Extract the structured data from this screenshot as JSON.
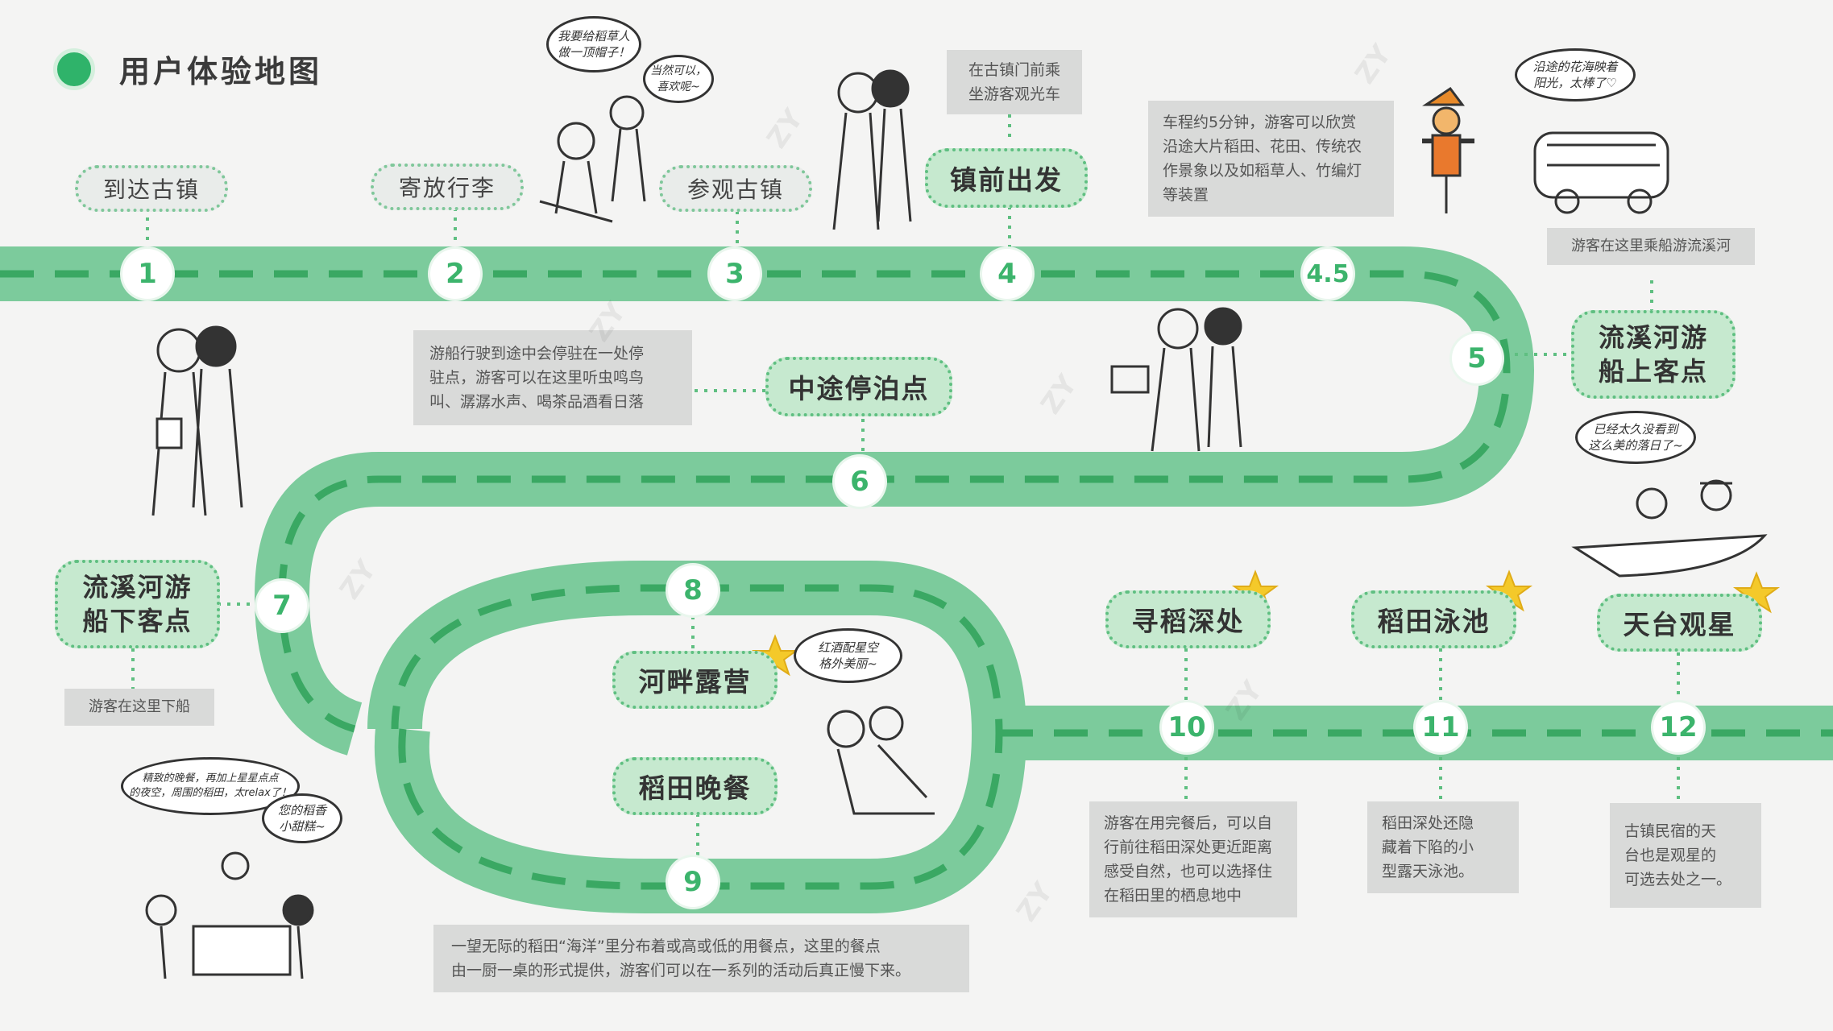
{
  "title": "用户体验地图",
  "colors": {
    "road": "#7ccb9c",
    "dash": "#3aa863",
    "node_text": "#3cb46c",
    "pill": "#c6e9cf",
    "note": "#d9dad9",
    "star": "#f4c92a"
  },
  "nodes": [
    "1",
    "2",
    "3",
    "4",
    "4.5",
    "5",
    "6",
    "7",
    "8",
    "9",
    "10",
    "11",
    "12"
  ],
  "stops": {
    "s1": "到达古镇",
    "s2": "寄放行李",
    "s3": "参观古镇",
    "s4": "镇前出发",
    "s5": [
      "流溪河游",
      "船上客点"
    ],
    "s6": "中途停泊点",
    "s7": [
      "流溪河游",
      "船下客点"
    ],
    "s8": "河畔露营",
    "s9": "稻田晚餐",
    "s10": "寻稻深处",
    "s11": "稻田泳池",
    "s12": "天台观星"
  },
  "notes": {
    "n4": [
      "在古镇门前乘",
      "坐游客观光车"
    ],
    "n45": [
      "车程约5分钟，游客可以欣赏",
      "沿途大片稻田、花田、传统农",
      "作景象以及如稻草人、竹编灯",
      "等装置"
    ],
    "n5": "游客在这里乘船游流溪河",
    "n6": [
      "游船行驶到途中会停驻在一处停",
      "驻点，游客可以在这里听虫鸣鸟",
      "叫、潺潺水声、喝茶品酒看日落"
    ],
    "n7": "游客在这里下船",
    "n9": [
      "一望无际的稻田“海洋”里分布着或高或低的用餐点，这里的餐点",
      "由一厨一桌的形式提供，游客们可以在一系列的活动后真正慢下来。"
    ],
    "n10": [
      "游客在用完餐后，可以自",
      "行前往稻田深处更近距离",
      "感受自然，也可以选择住",
      "在稻田里的栖息地中"
    ],
    "n11": [
      "稻田深处还隐",
      "藏着下陷的小",
      "型露天泳池。"
    ],
    "n12": [
      "古镇民宿的天",
      "台也是观星的",
      "可选去处之一。"
    ]
  },
  "bubbles": {
    "b1": [
      "我要给稻草人",
      "做一顶帽子！"
    ],
    "b2": [
      "当然可以，",
      "喜欢呢~"
    ],
    "b3": [
      "沿途的花海映着",
      "阳光，太棒了♡"
    ],
    "b4": [
      "已经太久没看到",
      "这么美的落日了~"
    ],
    "b5": [
      "红酒配星空",
      "格外美丽~"
    ],
    "b6": [
      "精致的晚餐，再加上星星点点",
      "的夜空，周围的稻田，太relax了！"
    ],
    "b7": [
      "您的稻香",
      "小甜糕~"
    ]
  },
  "watermark": "ZY"
}
